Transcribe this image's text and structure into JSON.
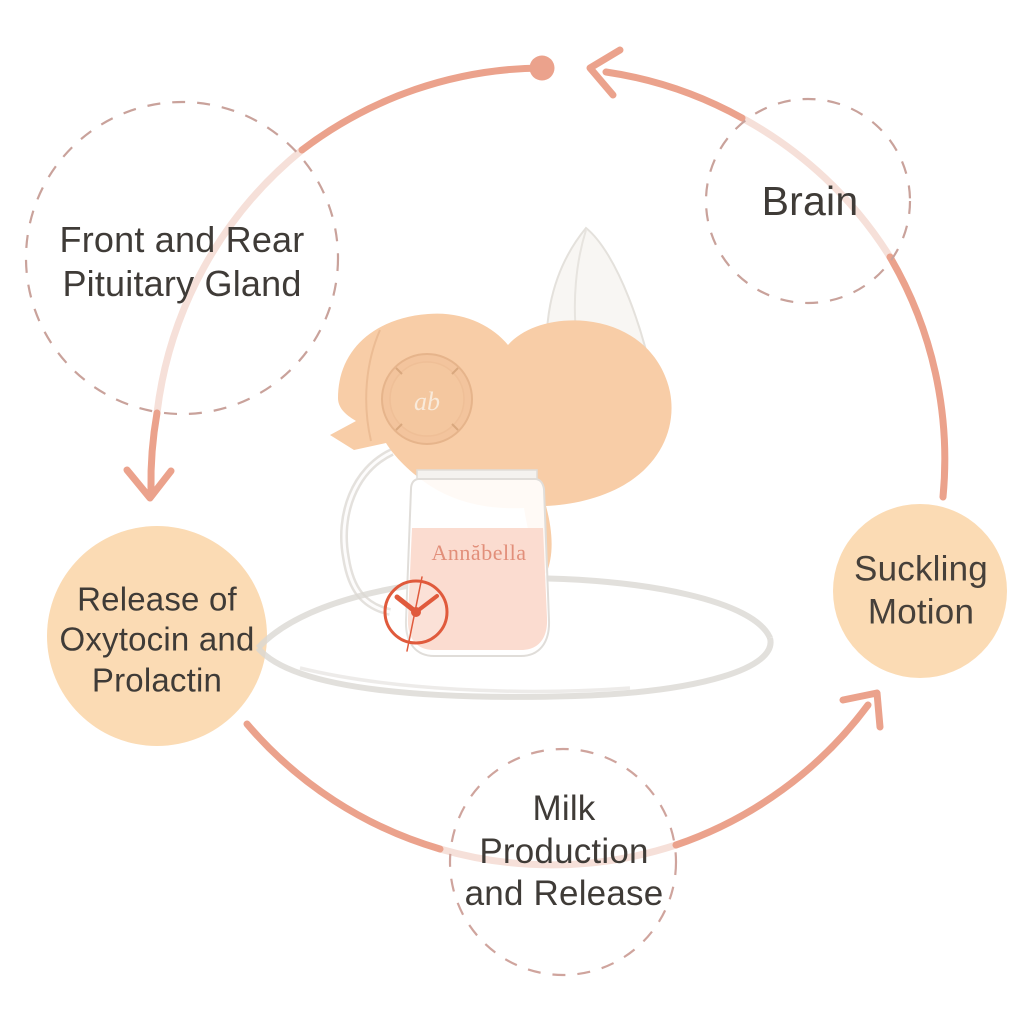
{
  "diagram": {
    "description": "Lactation feedback cycle infographic around the Annabella breast pump",
    "nodes": [
      {
        "id": "brain",
        "label": "Brain",
        "shape": "dashed-circle"
      },
      {
        "id": "pituitary",
        "label": "Front and Rear\nPituitary Gland",
        "shape": "dashed-circle"
      },
      {
        "id": "release",
        "label": "Release of\nOxytocin and\nProlactin",
        "shape": "solid-circle"
      },
      {
        "id": "milk",
        "label": "Milk\nProduction\nand Release",
        "shape": "dashed-circle"
      },
      {
        "id": "suckling",
        "label": "Suckling\nMotion",
        "shape": "solid-circle"
      }
    ],
    "flow": [
      {
        "from": "Suckling Motion",
        "to": "Brain"
      },
      {
        "from": "Brain",
        "to": "Front and Rear Pituitary Gland"
      },
      {
        "from": "Front and Rear Pituitary Gland",
        "to": "Release of Oxytocin and Prolactin"
      },
      {
        "from": "Release of Oxytocin and Prolactin",
        "to": "Milk Production and Release"
      },
      {
        "from": "Milk Production and Release",
        "to": "Suckling Motion"
      }
    ],
    "direction": "counterclockwise"
  },
  "product": {
    "brand": "Annăbella",
    "dial_logo": "ab",
    "type": "breast pump with bottle, funnel and tubing",
    "clock_icon": "clock"
  },
  "colors": {
    "accent_salmon": "#EBA28C",
    "arc_faded": "#F6E0D9",
    "dashed_circle": "#C9A29B",
    "solid_circle_fill": "#FBDBB4",
    "label_text": "#3F3B37",
    "brand_text": "#E28F7A",
    "clock_icon": "#E05A3C",
    "pump_body": "#F8CDA7",
    "milk": "#FBDCD0",
    "background": "#FFFFFF"
  }
}
